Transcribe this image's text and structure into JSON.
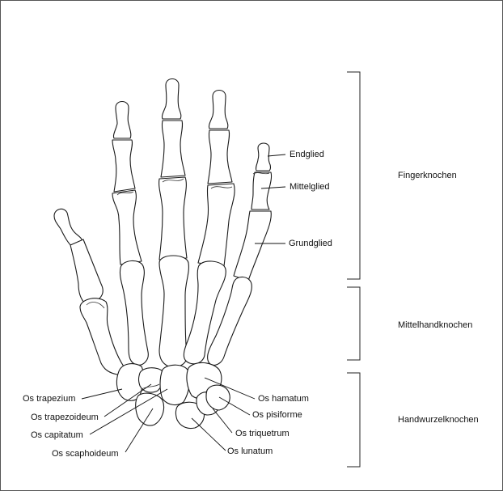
{
  "finger_labels": {
    "endglied": "Endglied",
    "mittelglied": "Mittelglied",
    "grundglied": "Grundglied"
  },
  "group_labels": {
    "fingerknochen": "Fingerknochen",
    "mittelhandknochen": "Mittelhandknochen",
    "handwurzelknochen": "Handwurzelknochen"
  },
  "carpal_labels": {
    "trapezium": "Os trapezium",
    "trapezoideum": "Os trapezoideum",
    "capitatum": "Os capitatum",
    "scaphoideum": "Os scaphoideum",
    "hamatum": "Os hamatum",
    "pisiforme": "Os pisiforme",
    "triquetrum": "Os triquetrum",
    "lunatum": "Os lunatum"
  }
}
